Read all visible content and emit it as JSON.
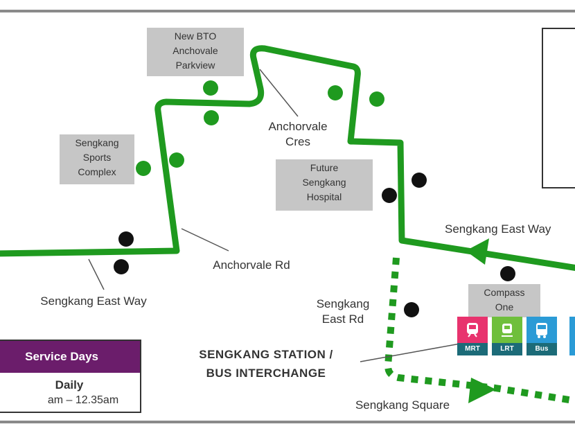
{
  "stops": {
    "bto": [
      "New BTO",
      "Anchovale",
      "Parkview"
    ],
    "sports": [
      "Sengkang",
      "Sports",
      "Complex"
    ],
    "hospital": [
      "Future",
      "Sengkang",
      "Hospital"
    ],
    "compass": [
      "Compass",
      "One"
    ]
  },
  "roads": {
    "anchorvale_cres": [
      "Anchorvale",
      "Cres"
    ],
    "anchorvale_rd": "Anchorvale Rd",
    "sengkang_east_way_left": "Sengkang East Way",
    "sengkang_east_way_right": "Sengkang East Way",
    "sengkang_east_rd": [
      "Sengkang",
      "East Rd"
    ],
    "sengkang_square": "Sengkang Square"
  },
  "station": [
    "SENGKANG STATION /",
    "BUS INTERCHANGE"
  ],
  "transport_icons": [
    {
      "icon": "mrt-train-icon",
      "label": "MRT",
      "color": "#e8336e"
    },
    {
      "icon": "lrt-train-icon",
      "label": "LRT",
      "color": "#6fbf3c"
    },
    {
      "icon": "bus-icon",
      "label": "Bus",
      "color": "#2b9bd6"
    }
  ],
  "schedule": {
    "header": "Service Days",
    "day": "Daily",
    "time": "am – 12.35am"
  },
  "colors": {
    "route_green": "#1f9a1f",
    "stop_black": "#111111",
    "stop_box_grey": "#c6c6c6",
    "header_purple": "#6b1d6b"
  }
}
